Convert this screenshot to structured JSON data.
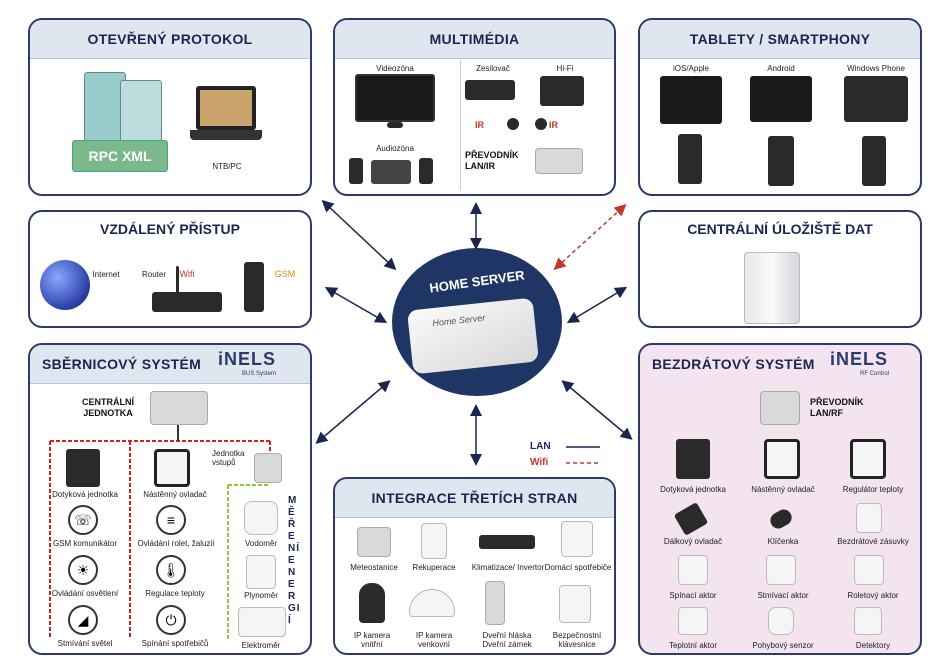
{
  "panels": {
    "open_protocol": {
      "title": "OTEVŘENÝ PROTOKOL",
      "rpc": "RPC XML",
      "pc": "NTB/PC"
    },
    "multimedia": {
      "title": "MULTIMÉDIA",
      "videozone": "Videozóna",
      "amplifier": "Zesilovač",
      "hifi": "Hi-Fi",
      "audiozone": "Audiozóna",
      "ir1": "IR",
      "ir2": "IR",
      "converter": "PŘEVODNÍK\nLAN/IR"
    },
    "tablets": {
      "title": "TABLETY / SMARTPHONY",
      "ios": "iOS/Apple",
      "android": "Android",
      "windows": "Windows Phone"
    },
    "remote": {
      "title": "VZDÁLENÝ PŘÍSTUP",
      "internet": "Internet",
      "router": "Router",
      "wifi": "Wifi",
      "gsm": "GSM"
    },
    "storage": {
      "title": "CENTRÁLNÍ ÚLOŽIŠTĚ DAT"
    },
    "bus": {
      "title": "SBĚRNICOVÝ SYSTÉM",
      "brand": "iNELS",
      "brand_sub": "BUS System",
      "central": "CENTRÁLNÍ\nJEDNOTKA",
      "input_unit": "Jednotka\nvstupů",
      "energy": "MĚŘENÍ ENERGIÍ",
      "items": [
        "Dotyková jednotka",
        "GSM komunikátor",
        "Ovládání osvětlení",
        "Stmívání světel",
        "Nástěnný ovladač",
        "Ovládání rolet, žaluzií",
        "Regulace teploty",
        "Spínání spotřebičů",
        "Vodoměr",
        "Plynoměr",
        "Elektroměr"
      ]
    },
    "third_party": {
      "title": "INTEGRACE TŘETÍCH STRAN",
      "items": [
        "Meteostanice",
        "Rekuperace",
        "Klimatizace/ Invertor",
        "Domácí spotřebiče",
        "IP kamera\nvnitřní",
        "IP kamera\nvenkovní",
        "Dveřní hláska\nDveřní zámek",
        "Bezpečnostní\nklávesnice"
      ]
    },
    "wireless": {
      "title": "BEZDRÁTOVÝ SYSTÉM",
      "brand": "iNELS",
      "brand_sub": "RF Control",
      "converter": "PŘEVODNÍK\nLAN/RF",
      "items": [
        "Dotyková jednotka",
        "Nástěnný ovladač",
        "Regulátor teploty",
        "Dálkový ovladač",
        "Klíčenka",
        "Bezdrátové zásuvky",
        "Spínací aktor",
        "Stmívací aktor",
        "Roletový aktor",
        "Teplotní aktor",
        "Pohybový senzor",
        "Detektory"
      ]
    }
  },
  "server": {
    "title": "HOME SERVER",
    "device_label": "Home Server"
  },
  "legend": {
    "lan": "LAN",
    "wifi": "Wifi"
  },
  "colors": {
    "navy": "#1b2550",
    "server_bg": "#1f3566",
    "wifi_red": "#c0392b",
    "bus_red": "#d62020",
    "energy_green": "#8cc63f"
  }
}
